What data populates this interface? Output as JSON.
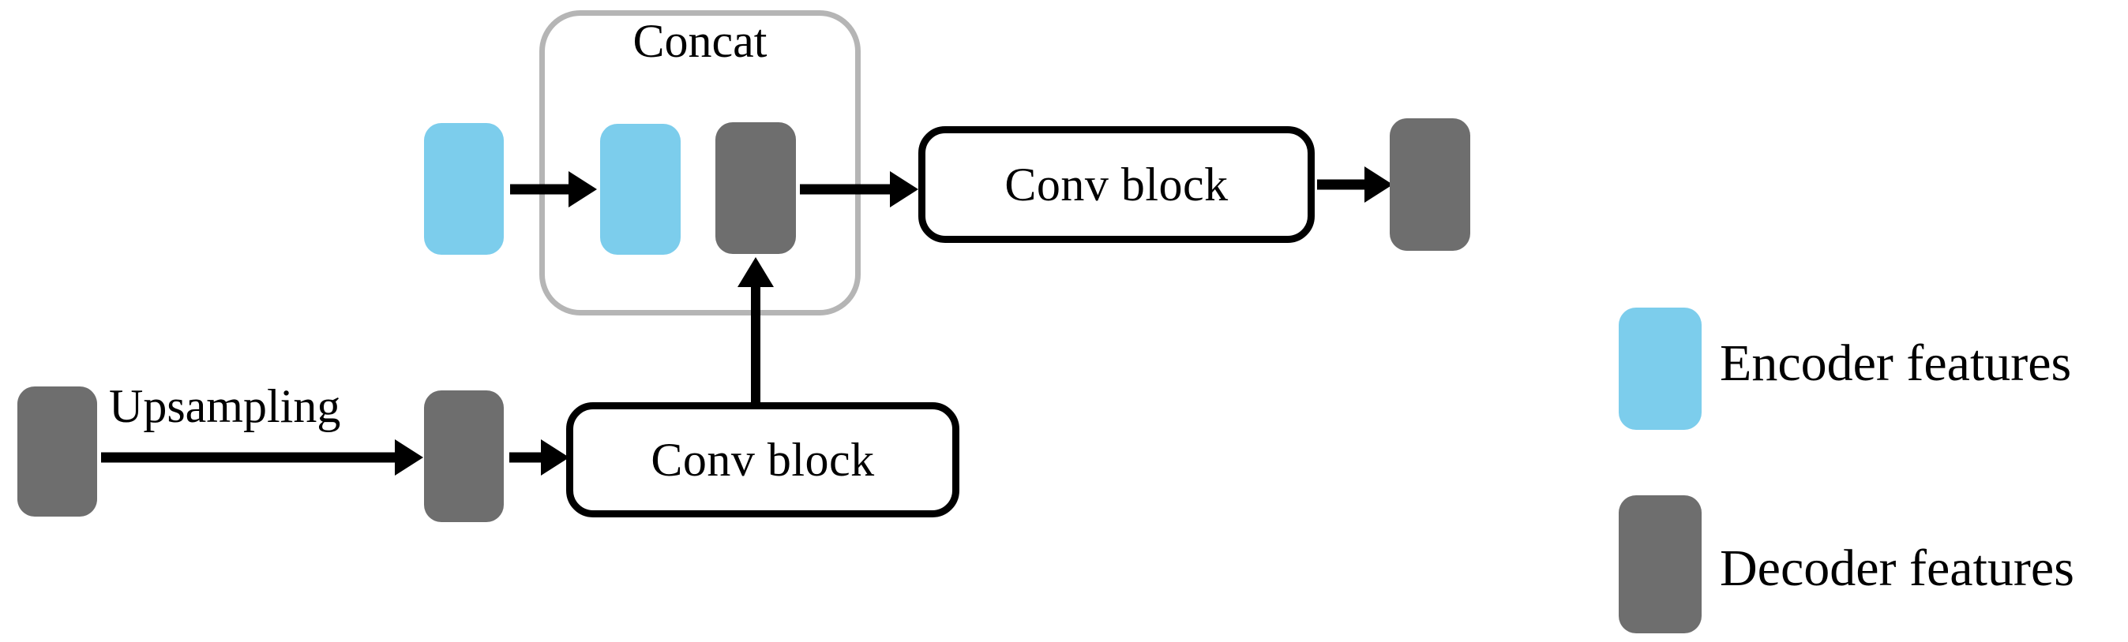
{
  "figure": {
    "type": "diagram",
    "subject": "decoder-skip-connection-block",
    "background_color": "#ffffff"
  },
  "colors": {
    "encoder_feature": "#7ccdec",
    "decoder_feature": "#6e6e6e",
    "concat_group_border": "#b5b5b5",
    "conv_block_border": "#000000",
    "arrow": "#000000",
    "text": "#000000"
  },
  "concat_group": {
    "title": "Concat"
  },
  "blocks": {
    "top_conv": {
      "label": "Conv block"
    },
    "bottom_conv": {
      "label": "Conv block"
    }
  },
  "edges": {
    "upsampling": {
      "label": "Upsampling"
    }
  },
  "features": {
    "encoder_input": {
      "kind": "Encoder features"
    },
    "concat_encoder": {
      "kind": "Encoder features"
    },
    "concat_decoder": {
      "kind": "Decoder features"
    },
    "output_decoder": {
      "kind": "Decoder features"
    },
    "bottom_input_decoder": {
      "kind": "Decoder features"
    },
    "bottom_upsampled_decoder": {
      "kind": "Decoder features"
    }
  },
  "legend": {
    "items": [
      {
        "label": "Encoder features",
        "color": "#7ccdec"
      },
      {
        "label": "Decoder features",
        "color": "#6e6e6e"
      }
    ]
  },
  "icons": {
    "arrow_right": "arrow-right-icon",
    "arrow_up": "arrow-up-icon"
  }
}
